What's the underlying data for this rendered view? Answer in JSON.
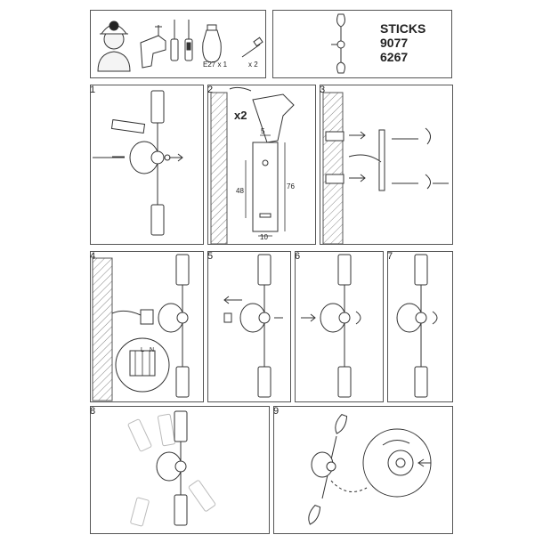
{
  "header": {
    "product_name": "STICKS",
    "code_1": "9077",
    "code_2": "6267",
    "bulb_label": "E27 x 1",
    "screw_label": "x 2"
  },
  "steps": [
    {
      "number": "1"
    },
    {
      "number": "2",
      "drill_count": "x2",
      "dim_top": "5",
      "dim_height": "48",
      "dim_total": "76",
      "dim_bottom": "10"
    },
    {
      "number": "3"
    },
    {
      "number": "4",
      "terminal_l": "L",
      "terminal_n": "N"
    },
    {
      "number": "5"
    },
    {
      "number": "6"
    },
    {
      "number": "7"
    },
    {
      "number": "8"
    },
    {
      "number": "9"
    }
  ]
}
